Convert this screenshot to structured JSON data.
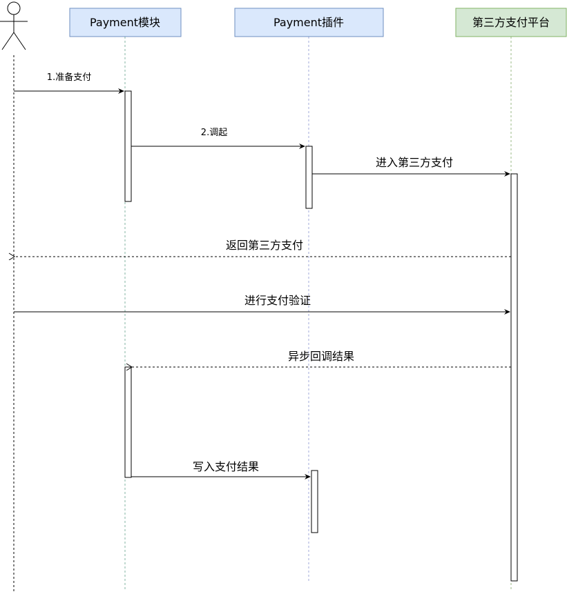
{
  "actor": {
    "label": ""
  },
  "participants": [
    {
      "id": "payment-module",
      "label": "Payment模块"
    },
    {
      "id": "payment-plugin",
      "label": "Payment插件"
    },
    {
      "id": "third-party",
      "label": "第三方支付平台"
    }
  ],
  "messages": [
    {
      "id": "prepare",
      "label": "1.准备支付",
      "from": "actor",
      "to": "payment-module",
      "style": "solid"
    },
    {
      "id": "invoke",
      "label": "2.调起",
      "from": "payment-module",
      "to": "payment-plugin",
      "style": "solid"
    },
    {
      "id": "enter",
      "label": "进入第三方支付",
      "from": "payment-plugin",
      "to": "third-party",
      "style": "solid"
    },
    {
      "id": "return",
      "label": "返回第三方支付",
      "from": "third-party",
      "to": "actor",
      "style": "dashed"
    },
    {
      "id": "verify",
      "label": "进行支付验证",
      "from": "actor",
      "to": "third-party",
      "style": "solid"
    },
    {
      "id": "callback",
      "label": "异步回调结果",
      "from": "third-party",
      "to": "payment-module",
      "style": "dashed"
    },
    {
      "id": "write",
      "label": "写入支付结果",
      "from": "payment-module",
      "to": "payment-plugin",
      "style": "solid"
    }
  ],
  "colors": {
    "blue_fill": "#dae8fc",
    "blue_stroke": "#6c8ebf",
    "green_fill": "#d5e8d4",
    "green_stroke": "#82b366",
    "line": "#000000"
  }
}
